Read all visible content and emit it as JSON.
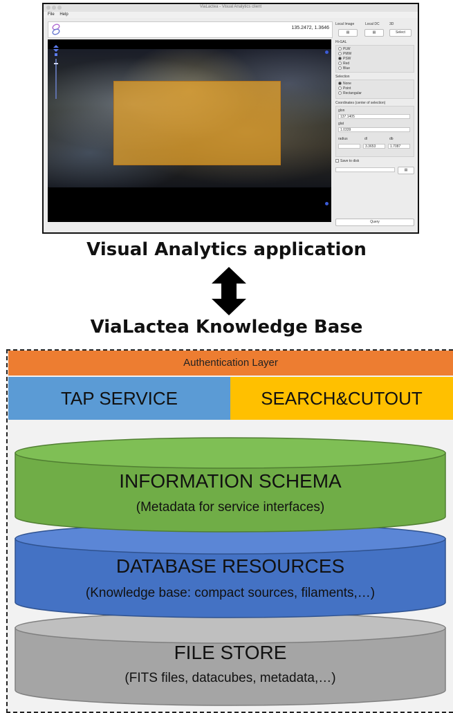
{
  "app": {
    "window_title": "ViaLactea - Visual Analytics client",
    "menu": [
      "File",
      "Help"
    ],
    "coords_readout": "135.2472, 1.3646",
    "side_panel": {
      "local_image_label": "Local Image",
      "local_dc_label": "Local DC",
      "three_d_label": "3D",
      "select_button": "Select",
      "higal_label": "Hi-GAL",
      "higal_options": [
        "PLW",
        "PMW",
        "PSW",
        "Red",
        "Blue"
      ],
      "higal_selected": "PSW",
      "selection_label": "Selection",
      "selection_options": [
        "None",
        "Point",
        "Rectangular"
      ],
      "selection_selected": "None",
      "coords_label": "Coordinates (center of selection)",
      "glon_label": "glon",
      "glon_value": "137.1405",
      "glat_label": "glat",
      "glat_value": "1.0339",
      "radius_label": "radius",
      "dl_label": "dl",
      "dl_value": "3.3653",
      "db_label": "db",
      "db_value": "1.7087",
      "save_label": "Save to disk",
      "query_button": "Query"
    }
  },
  "headings": {
    "app": "Visual Analytics application",
    "kb": "ViaLactea Knowledge Base"
  },
  "layers": {
    "auth": "Authentication Layer",
    "tap": "TAP SERVICE",
    "search": "SEARCH&CUTOUT"
  },
  "databases": {
    "info_title": "INFORMATION SCHEMA",
    "info_sub": "(Metadata for service interfaces)",
    "db_title": "DATABASE RESOURCES",
    "db_sub": "(Knowledge base: compact sources, filaments,…)",
    "fs_title": "FILE STORE",
    "fs_sub": "(FITS files, datacubes, metadata,…)"
  },
  "colors": {
    "auth": "#ed7d31",
    "tap": "#5b9bd5",
    "search": "#ffc000",
    "info": "#70ad47",
    "db": "#4472c4",
    "fs": "#a5a5a5"
  }
}
